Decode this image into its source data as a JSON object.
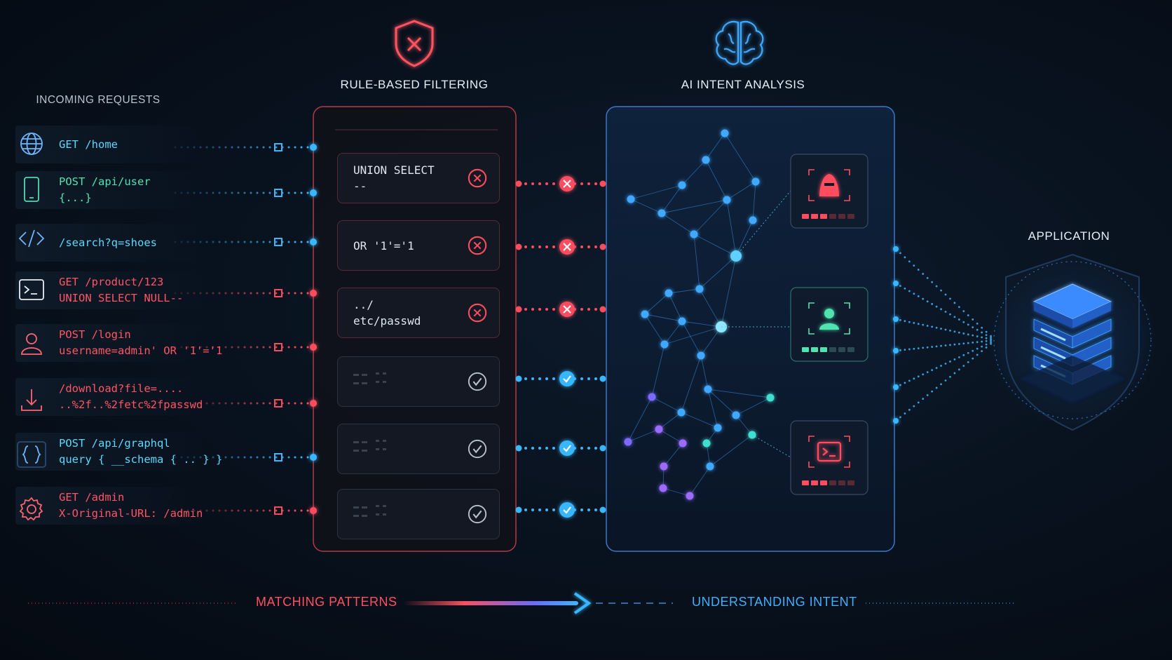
{
  "titles": {
    "incoming": "INCOMING REQUESTS",
    "rule": "RULE-BASED FILTERING",
    "ai": "AI INTENT ANALYSIS",
    "app": "APPLICATION"
  },
  "requests": [
    {
      "icon": "globe-icon",
      "line1": "GET /home",
      "line2": "",
      "threat": false
    },
    {
      "icon": "mobile-icon",
      "line1": "POST /api/user",
      "line2": "{...}",
      "threat": false
    },
    {
      "icon": "code-icon",
      "line1": "/search?q=shoes",
      "line2": "",
      "threat": false
    },
    {
      "icon": "terminal-icon",
      "line1": "GET /product/123",
      "line2": "UNION SELECT NULL--",
      "threat": true
    },
    {
      "icon": "user-icon",
      "line1": "POST /login",
      "line2": "username=admin' OR '1'='1",
      "threat": true
    },
    {
      "icon": "download-icon",
      "line1": "/download?file=....",
      "line2": "..%2f..%2fetc%2fpasswd",
      "threat": true
    },
    {
      "icon": "braces-icon",
      "line1": "POST /api/graphql",
      "line2": "query { __schema { .. } }",
      "threat": false
    },
    {
      "icon": "gear-icon",
      "line1": "GET /admin",
      "line2": "X-Original-URL: /admin",
      "threat": true
    }
  ],
  "rules": [
    {
      "line1": "UNION SELECT",
      "line2": "--",
      "status": "blocked"
    },
    {
      "line1": "OR '1'='1",
      "line2": "",
      "status": "blocked"
    },
    {
      "line1": "../",
      "line2": "etc/passwd",
      "status": "blocked"
    },
    {
      "line1": "",
      "line2": "",
      "status": "passed"
    },
    {
      "line1": "",
      "line2": "",
      "status": "passed"
    },
    {
      "line1": "",
      "line2": "",
      "status": "passed"
    }
  ],
  "ai_cards": [
    {
      "icon": "hacker-icon",
      "kind": "threat",
      "level": 3,
      "max": 6
    },
    {
      "icon": "user-icon",
      "kind": "benign",
      "level": 3,
      "max": 6
    },
    {
      "icon": "terminal-icon",
      "kind": "threat",
      "level": 3,
      "max": 6
    }
  ],
  "bottom": {
    "left": "MATCHING PATTERNS",
    "right": "UNDERSTANDING INTENT"
  },
  "colors": {
    "safe": "#39b7ff",
    "threat": "#ff4d5e",
    "green": "#4fe3b0",
    "ai_border": "#3a78c9",
    "rule_border": "#c0404a"
  }
}
